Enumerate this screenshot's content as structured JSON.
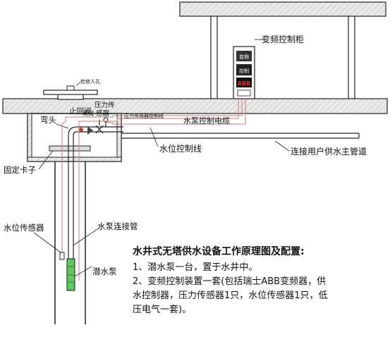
{
  "labels": {
    "cabinet": "变频控制柜",
    "cabinet_panel_top": "变频",
    "cabinet_panel_mid": "控制",
    "cabinet_panel_logo": "ABB",
    "manhole": "检修人孔",
    "check_valve": "止回阀",
    "pressure_sensor_line1": "压力传",
    "pressure_sensor_line2": "感器",
    "gate_valve": "闸阀",
    "elbow": "弯头",
    "pressure_cable": "压力传感器控制线",
    "pump_cable": "水泵控制电缆",
    "level_cable": "水位控制线",
    "main_pipe": "连接用户供水主管道",
    "clamp": "固定卡子",
    "level_sensor": "水位传感器",
    "pump_pipe": "水泵连接管",
    "pump": "潜水泵"
  },
  "note": {
    "title": "水井式无塔供水设备工作原理图及配置:",
    "items": [
      "1、潜水泵一台，置于水井中。",
      "2、变频控制装置一套(包括瑞士ABB变频器，供",
      "水控制器，压力传感器1只，水位传感器1只，低",
      "压电气一套)。"
    ]
  },
  "colors": {
    "line": "#222222",
    "cable": "#c87a7a",
    "ground_fill": "#e6e6e6",
    "pump_green": "#5ec85e",
    "red_accent": "#d23a3a"
  }
}
